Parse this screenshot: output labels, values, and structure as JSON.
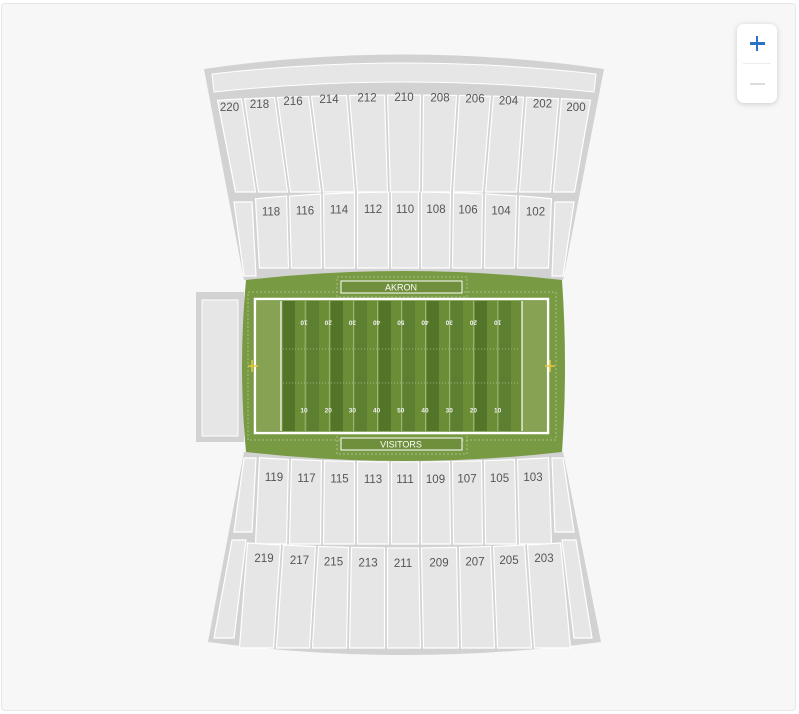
{
  "zoom": {
    "in_icon": "plus-icon",
    "out_icon": "minus-icon"
  },
  "field": {
    "home_endzone": "AKRON",
    "away_endzone": "VISITORS"
  },
  "yard_numbers_top": [
    "10",
    "20",
    "30",
    "40",
    "50",
    "40",
    "30",
    "20",
    "10"
  ],
  "yard_numbers_bottom": [
    "10",
    "20",
    "30",
    "40",
    "50",
    "40",
    "30",
    "20",
    "10"
  ],
  "sections": {
    "upper_north": [
      "220",
      "218",
      "216",
      "214",
      "212",
      "210",
      "208",
      "206",
      "204",
      "202",
      "200"
    ],
    "lower_north": [
      "118",
      "116",
      "114",
      "112",
      "110",
      "108",
      "106",
      "104",
      "102"
    ],
    "lower_south": [
      "119",
      "117",
      "115",
      "113",
      "111",
      "109",
      "107",
      "105",
      "103"
    ],
    "upper_south": [
      "219",
      "217",
      "215",
      "213",
      "211",
      "209",
      "207",
      "205",
      "203"
    ]
  },
  "colors": {
    "turf": "#7a9a46",
    "turf_dark": "#5d7f32",
    "seat": "#e4e4e4",
    "seat_stroke": "#ffffff",
    "accent": "#2a73c5"
  }
}
